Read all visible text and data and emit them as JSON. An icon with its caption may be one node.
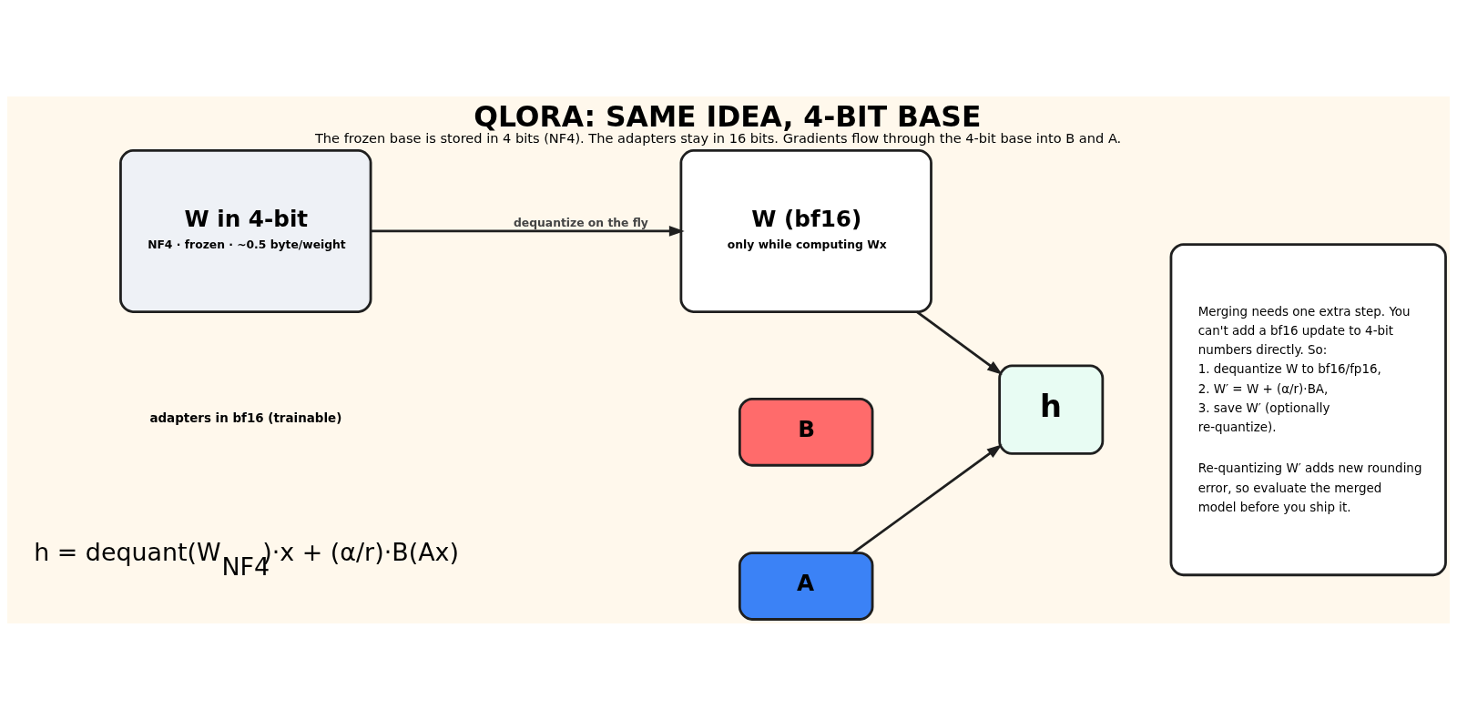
{
  "diagram": {
    "title": "QLORA: SAME IDEA, 4-BIT BASE",
    "caption": "The frozen base is stored in 4 bits (NF4). The adapters stay in 16 bits. Gradients flow through the 4-bit base into B and A.",
    "nodes": [
      {
        "text": [
          "W in 4-bit",
          "NF4 · frozen · ~0.5 byte/weight"
        ]
      },
      {
        "text": [
          "W (bf16)",
          "only while computing Wx"
        ]
      },
      {
        "text": [
          "h"
        ]
      },
      {
        "text": [
          "B"
        ]
      },
      {
        "text": [
          "A"
        ]
      },
      {
        "text": [
          "Merging needs one extra step. You can't add a bf16 update to 4-bit numbers directly. So:",
          "1. dequantize W to bf16/fp16,",
          "2. W′ = W + (α/r)·BA,",
          "3. save W′ (optionally re-quantize).",
          "Re-quantizing W′ adds new rounding error, so evaluate the merged model before you ship it."
        ]
      }
    ],
    "edges": [
      {
        "from": 0,
        "to": 1,
        "arrow": "to",
        "label": "dequantize on the fly"
      },
      {
        "from": 1,
        "to": 2,
        "arrow": "to"
      },
      {
        "from": 4,
        "to": 2,
        "arrow": "to"
      }
    ],
    "labels": [
      "adapters in bf16 (trainable)",
      "h = dequant(W$_{NF4}$)·x + (α/r)·B(Ax)"
    ]
  }
}
